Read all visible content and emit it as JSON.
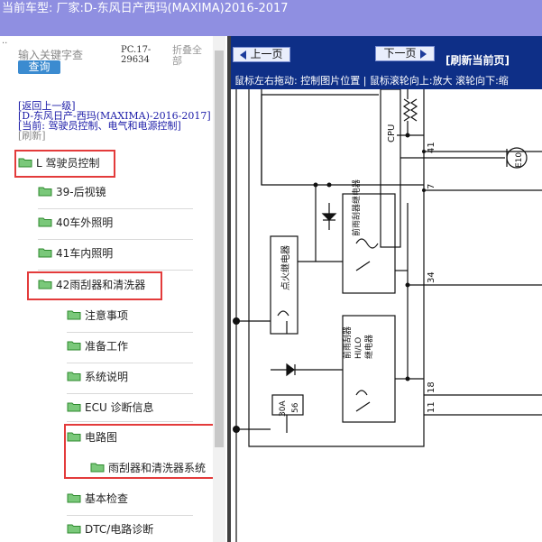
{
  "title": "当前车型:  厂家:D-东风日产西玛(MAXIMA)2016-2017",
  "search": {
    "placeholder": "输入关键字查",
    "button": "查询",
    "code": "PC.17-29634",
    "collapse_all": "折叠全部"
  },
  "info": {
    "back": "[返回上一级]",
    "path": "[D-东风日产-西玛(MAXIMA)-2016-2017]",
    "current": "[当前: 驾驶员控制、电气和电源控制]",
    "refresh": "[刷新]"
  },
  "tree": [
    {
      "label": "L 驾驶员控制"
    },
    {
      "label": "39-后视镜"
    },
    {
      "label": "40车外照明"
    },
    {
      "label": "41车内照明"
    },
    {
      "label": "42雨刮器和清洗器"
    },
    {
      "label": "注意事项"
    },
    {
      "label": "准备工作"
    },
    {
      "label": "系统说明"
    },
    {
      "label": "ECU 诊断信息"
    },
    {
      "label": "电路图"
    },
    {
      "label": "雨刮器和清洗器系统"
    },
    {
      "label": "基本检查"
    },
    {
      "label": "DTC/电路诊断"
    }
  ],
  "viewer": {
    "prev": "上一页",
    "next": "下一页",
    "refresh": "[刷新当前页]",
    "hint": "鼠标左右拖动: 控制图片位置 | 鼠标滚轮向上:放大  滚轮向下:缩"
  },
  "diagram": {
    "cpu": "CPU",
    "e10": "E10",
    "wire_41": "41",
    "wire_7": "7",
    "wire_34": "34",
    "wire_18": "18",
    "wire_11": "11",
    "ign_relay": "点火继电器",
    "wiper_relay": "前雨刮器继电器",
    "hilo_relay_a": "前雨刮器",
    "hilo_relay_b": "HI/LO",
    "hilo_relay_c": "继电器",
    "fuse_a": "30A",
    "fuse_b": "56"
  },
  "colors": {
    "titlebar": "#8f8fe1",
    "viewer_bar": "#0e2f87",
    "highlight": "#e33b3b",
    "search_button": "#3b8bd0",
    "folder": "#7ac87a"
  }
}
